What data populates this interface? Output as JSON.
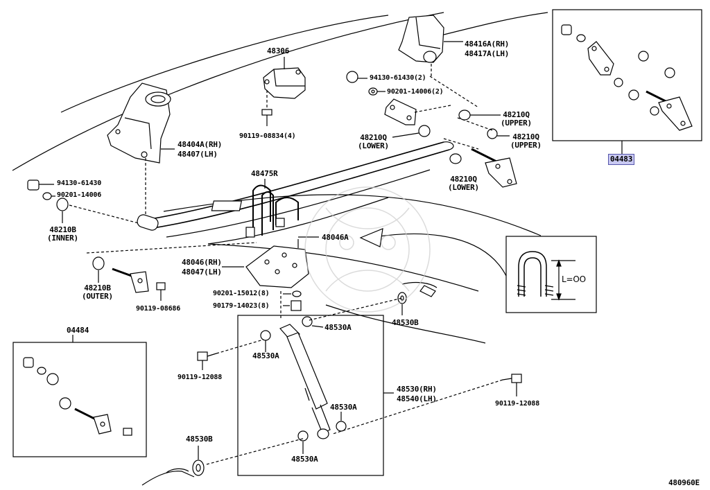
{
  "diagram_id": "480960E",
  "callouts": {
    "c48306": "48306",
    "c48416": [
      "48416A(RH)",
      "48417A(LH)"
    ],
    "c94130_r": "94130-61430(2)",
    "c90201_r": "90201-14006(2)",
    "c48210q_u": [
      "48210Q",
      "(UPPER)"
    ],
    "c48210q_u2": [
      "48210Q",
      "(UPPER)"
    ],
    "c48210q_l": [
      "48210Q",
      "(LOWER)"
    ],
    "c48210q_l2": [
      "48210Q",
      "(LOWER)"
    ],
    "c90119_08834": "90119-08834(4)",
    "c48404": [
      "48404A(RH)",
      "48407(LH)"
    ],
    "c94130_l": "94130-61430",
    "c90201_l": "90201-14006",
    "c48210b_inner": [
      "48210B",
      "(INNER)"
    ],
    "c48475r": "48475R",
    "c48046a": "48046A",
    "c48046": [
      "48046(RH)",
      "48047(LH)"
    ],
    "c48210b_outer": [
      "48210B",
      "(OUTER)"
    ],
    "c90119_08686": "90119-08686",
    "c90201_15012": "90201-15012(8)",
    "c90179": "90179-14023(8)",
    "c48530b_top": "48530B",
    "c48530a_1": "48530A",
    "c48530a_2": "48530A",
    "c48530a_3": "48530A",
    "c48530a_4": "48530A",
    "c48530": [
      "48530(RH)",
      "48540(LH)"
    ],
    "c90119_12088_l": "90119-12088",
    "c90119_12088_r": "90119-12088",
    "c48530b_bot": "48530B",
    "c04484": "04484",
    "c04483": "04483",
    "inset_length": "L=OO"
  }
}
